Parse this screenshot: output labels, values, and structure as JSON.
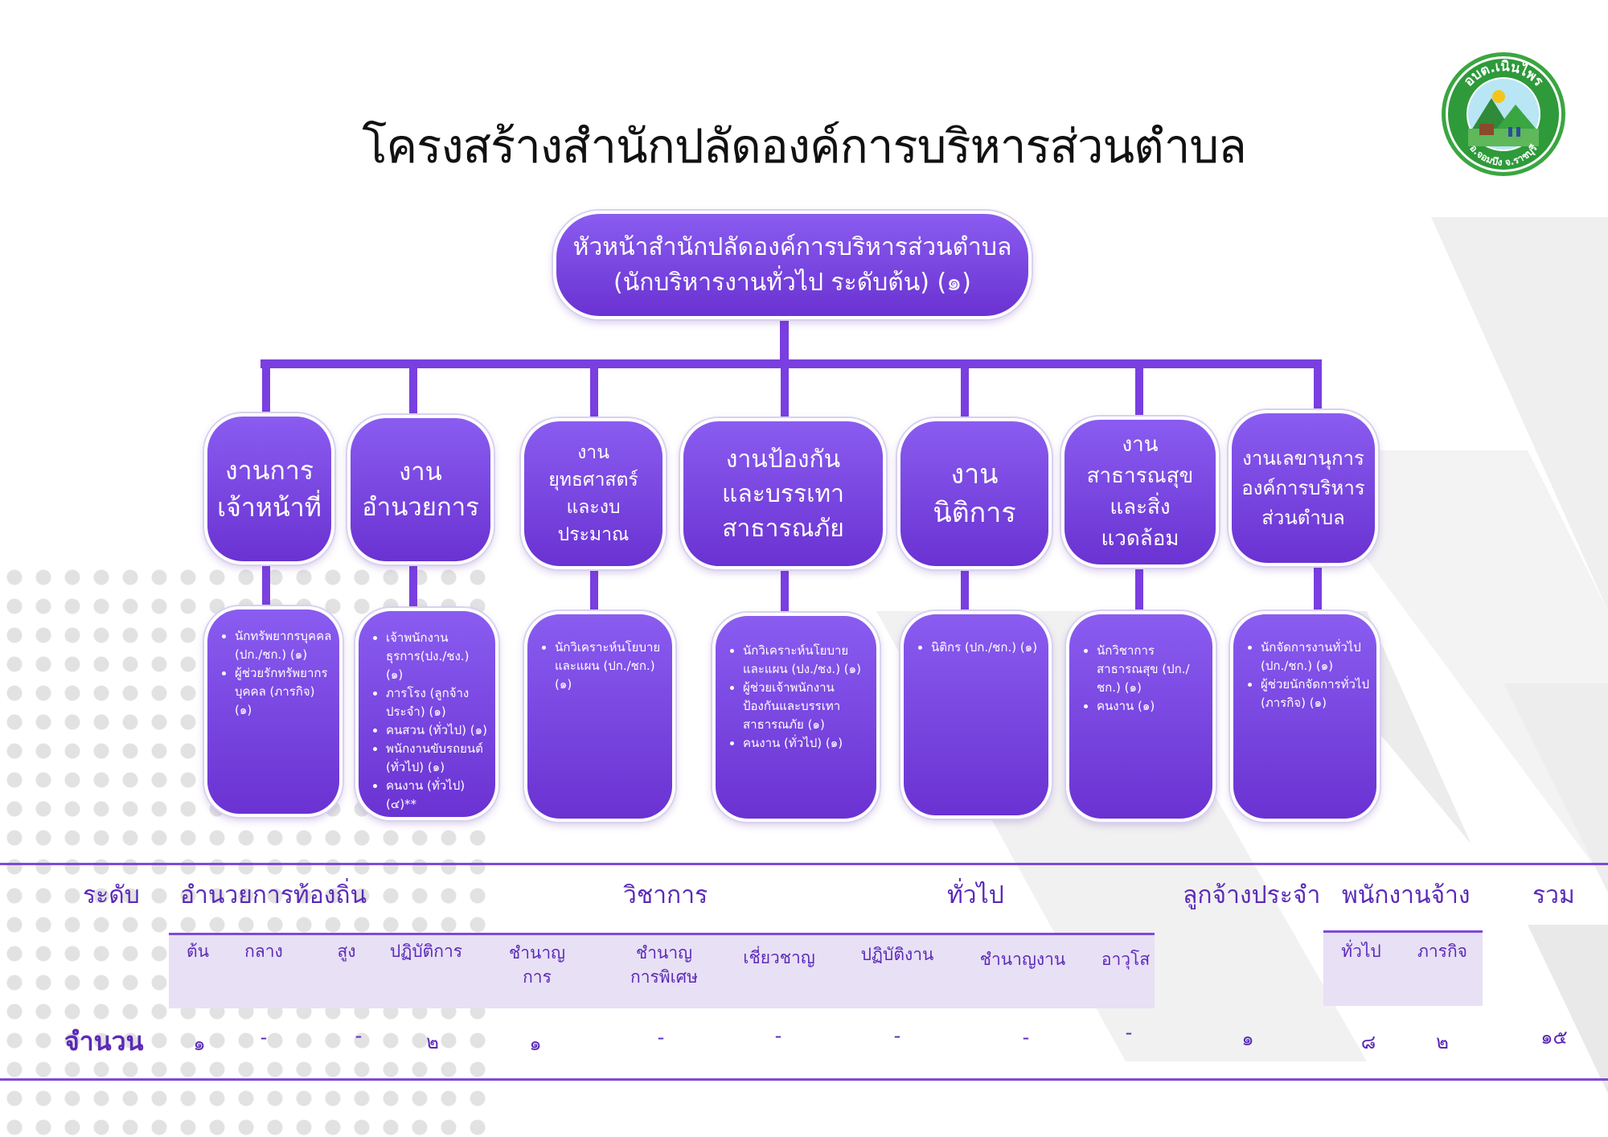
{
  "title": "โครงสร้างสำนักปลัดองค์การบริหารส่วนตำบล",
  "logo": {
    "top_text": "อบต.เนินไพร",
    "bottom_text": "อ.จอมบึง จ.ราชบุรี"
  },
  "head": {
    "line1": "หัวหน้าสำนักปลัดองค์การบริหารส่วนตำบล",
    "line2": "(นักบริหารงานทั่วไป ระดับต้น) (๑)"
  },
  "departments": [
    {
      "lines": [
        "งานการ",
        "เจ้าหน้าที่"
      ],
      "positions": [
        "นักทรัพยากรบุคคล (ปก./ชก.) (๑)",
        "ผู้ช่วยรักทรัพยากรบุคคล (ภารกิจ) (๑)"
      ]
    },
    {
      "lines": [
        "งาน",
        "อำนวยการ"
      ],
      "positions": [
        "เจ้าพนักงานธุรการ(ปง./ชง.) (๑)",
        "ภารโรง (ลูกจ้างประจำ) (๑)",
        "คนสวน (ทั่วไป) (๑)",
        "พนักงานขับรถยนต์ (ทั่วไป) (๑)",
        "คนงาน (ทั่วไป) (๔)**"
      ]
    },
    {
      "lines": [
        "งาน",
        "ยุทธศาสตร์",
        "และงบ",
        "ประมาณ"
      ],
      "positions": [
        "นักวิเคราะห์นโยบายและแผน (ปก./ชก.) (๑)"
      ]
    },
    {
      "lines": [
        "งานป้องกัน",
        "และบรรเทา",
        "สาธารณภัย"
      ],
      "positions": [
        "นักวิเคราะห์นโยบายและแผน (ปง./ชง.) (๑)",
        "ผู้ช่วยเจ้าพนักงานป้องกันและบรรเทาสาธารณภัย (๑)",
        "คนงาน (ทั่วไป) (๑)"
      ]
    },
    {
      "lines": [
        "งาน",
        "นิติการ"
      ],
      "positions": [
        "นิติกร (ปก./ชก.) (๑)"
      ]
    },
    {
      "lines": [
        "งาน",
        "สาธารณสุข",
        "และสิ่ง",
        "แวดล้อม"
      ],
      "positions": [
        "นักวิชาการสาธารณสุข (ปก./ชก.) (๑)",
        "คนงาน (๑)"
      ]
    },
    {
      "lines": [
        "งานเลขานุการ",
        "องค์การบริหาร",
        "ส่วนตำบล"
      ],
      "positions": [
        "นักจัดการงานทั่วไป (ปก./ชก.) (๑)",
        "ผู้ช่วยนักจัดการทั่วไป (ภารกิจ) (๑)"
      ]
    }
  ],
  "table": {
    "level_label": "ระดับ",
    "count_label": "จำนวน",
    "groups": {
      "admin": "อำนวยการท้องถิ่น",
      "academic": "วิชาการ",
      "general": "ทั่วไป",
      "permanent": "ลูกจ้างประจำ",
      "contract": "พนักงานจ้าง",
      "total": "รวม"
    },
    "sub": {
      "admin_low": "ต้น",
      "admin_mid": "กลาง",
      "admin_high": "สูง",
      "practitioner": "ปฏิบัติการ",
      "professional": [
        "ชำนาญ",
        "การ"
      ],
      "senior_professional": [
        "ชำนาญ",
        "การพิเศษ"
      ],
      "expert": "เชี่ยวชาญ",
      "operational": "ปฏิบัติงาน",
      "experienced": "ชำนาญงาน",
      "senior": "อาวุโส",
      "contract_general": "ทั่วไป",
      "contract_mission": "ภารกิจ"
    },
    "values": {
      "admin_low": "๑",
      "admin_mid": "-",
      "admin_high": "-",
      "practitioner": "๒",
      "professional": "๑",
      "senior_professional": "-",
      "expert": "-",
      "operational": "-",
      "experienced": "-",
      "senior": "-",
      "permanent": "๑",
      "contract_general": "๘",
      "contract_mission": "๒",
      "total": "๑๕"
    }
  },
  "colors": {
    "accent": "#7a3fe0",
    "box_top": "#8a5cf0",
    "box_bottom": "#6a32d2",
    "table_text": "#5b2ab8"
  }
}
